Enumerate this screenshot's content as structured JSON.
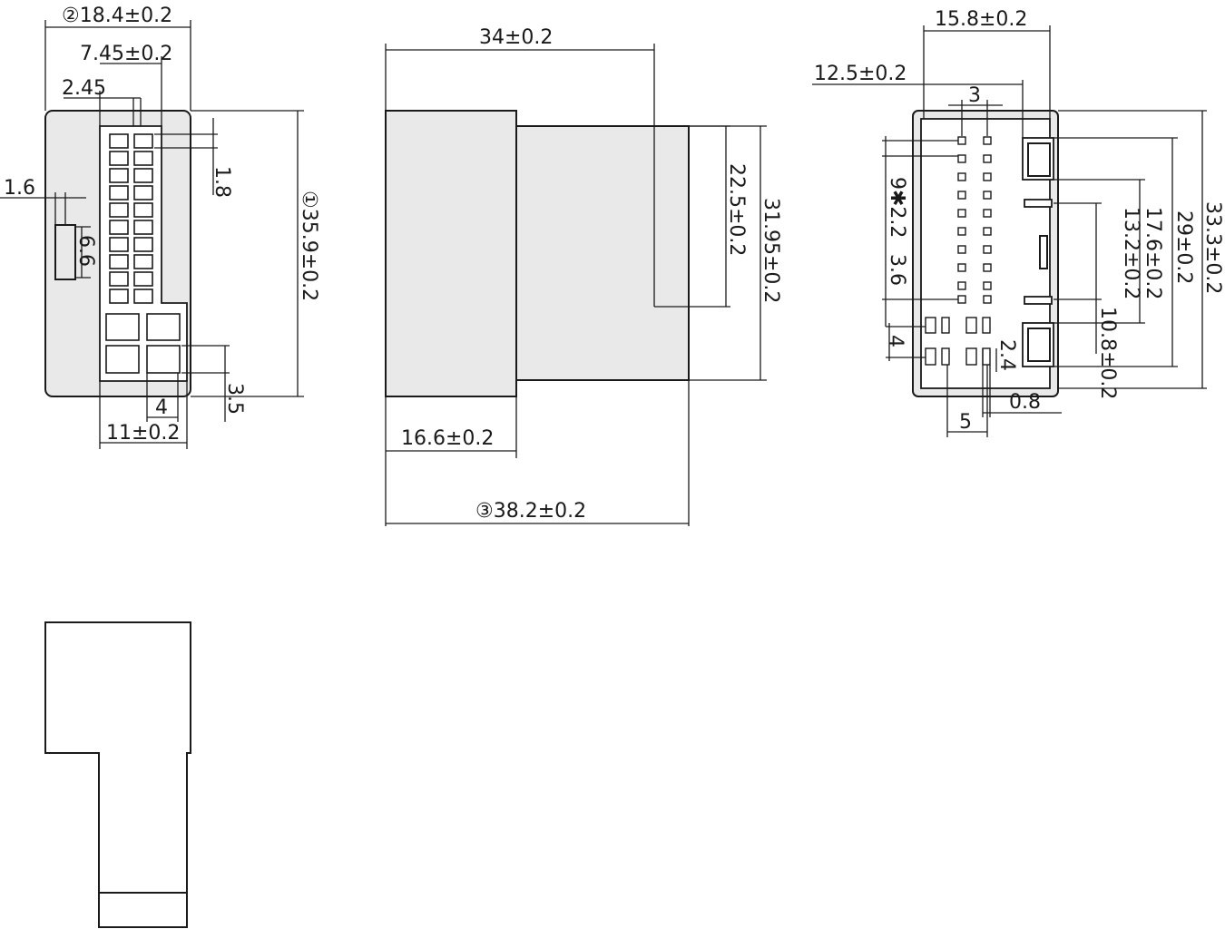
{
  "colors": {
    "line": "#1a1a1a",
    "body_fill": "#e9e9e9",
    "background": "#ffffff"
  },
  "front_view": {
    "width_overall": "②18.4±0.2",
    "offset_pins": "7.45±0.2",
    "offset_first": "2.45",
    "pitch_small": "1.8",
    "latch_offset": "1.6",
    "latch_height": "6.6",
    "height_overall": "①35.9±0.2",
    "power_pitch": "3.5",
    "power_width": "4",
    "lower_width": "11±0.2"
  },
  "side_view": {
    "depth_upper": "34±0.2",
    "height_mid": "22.5±0.2",
    "height_overall": "31.95±0.2",
    "depth_front": "16.6±0.2",
    "depth_overall": "③38.2±0.2"
  },
  "rear_view": {
    "width_overall": "15.8±0.2",
    "width_inner": "12.5±0.2",
    "pin_column_pitch": "3",
    "pin_pitch": "9✱2.2",
    "gap_a": "3.6",
    "height_a": "17.6±0.2",
    "height_b": "13.2±0.2",
    "height_c": "29±0.2",
    "height_overall": "33.3±0.2",
    "height_d": "10.8±0.2",
    "power_height": "4",
    "power_pitch": "2.4",
    "power_width": "5",
    "wall": "0.8"
  }
}
